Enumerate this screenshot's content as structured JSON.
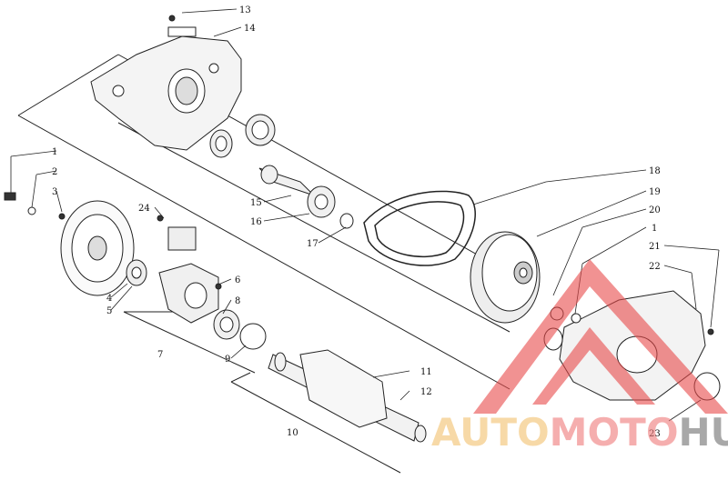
{
  "callouts": [
    "1",
    "2",
    "3",
    "4",
    "5",
    "6",
    "7",
    "8",
    "9",
    "10",
    "11",
    "12",
    "13",
    "14",
    "15",
    "16",
    "17",
    "18",
    "19",
    "20",
    "1",
    "21",
    "22",
    "23",
    "24"
  ],
  "watermark": {
    "part1": "AUTO",
    "part2": "MOTO",
    "part3": "HUB",
    "color1": "#f3c06e",
    "color2": "#f07a7a",
    "color3": "#6f6f6f",
    "logo_color": "#e84a4a"
  },
  "icons": [
    "triangle-logo-icon"
  ]
}
